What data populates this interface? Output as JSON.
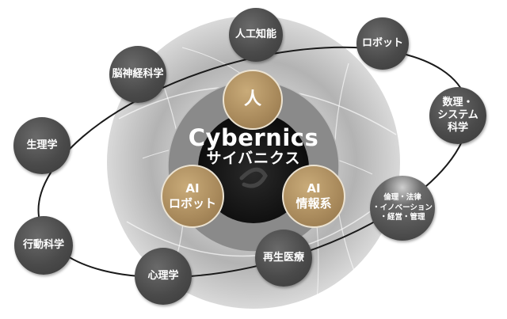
{
  "center": {
    "title": "Cybernics",
    "subtitle": "サイバニクス"
  },
  "inner_nodes": [
    {
      "id": "human",
      "lines": [
        "人"
      ]
    },
    {
      "id": "ai-robot",
      "lines": [
        "AI",
        "ロボット"
      ]
    },
    {
      "id": "ai-info",
      "lines": [
        "AI",
        "情報系"
      ]
    }
  ],
  "outer_nodes": [
    {
      "id": "ai",
      "lines": [
        "人工知能"
      ]
    },
    {
      "id": "robot",
      "lines": [
        "ロボット"
      ]
    },
    {
      "id": "neuroscience",
      "lines": [
        "脳神経科学"
      ]
    },
    {
      "id": "math-systems",
      "lines": [
        "数理・",
        "システム",
        "科学"
      ]
    },
    {
      "id": "physiology",
      "lines": [
        "生理学"
      ]
    },
    {
      "id": "ethics-law",
      "lines": [
        "倫理・法律",
        "・イノベーション",
        "・経営・管理"
      ]
    },
    {
      "id": "behavioral-science",
      "lines": [
        "行動科学"
      ]
    },
    {
      "id": "regenerative-medicine",
      "lines": [
        "再生医療"
      ]
    },
    {
      "id": "psychology",
      "lines": [
        "心理学"
      ]
    }
  ],
  "colors": {
    "outer_node": "#4a4a4a",
    "inner_node": "#a8895b",
    "core": "#1a1a1a",
    "ring": "#8a8a8a",
    "text": "#ffffff"
  }
}
